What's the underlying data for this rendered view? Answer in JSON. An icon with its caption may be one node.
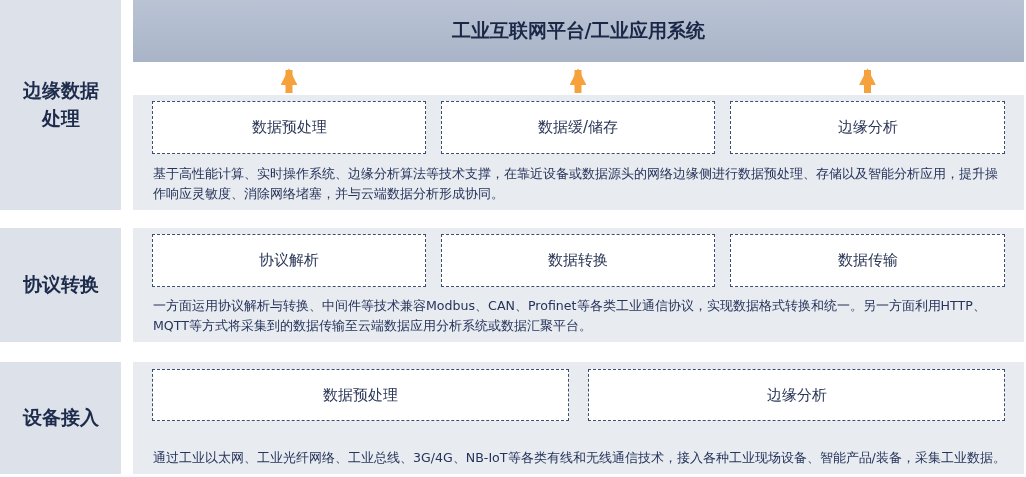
{
  "diagram": {
    "nodes": [
      {
        "text": [
          "工业互联网平台/工业应用系统"
        ]
      },
      {
        "text": [
          "边缘数据处理"
        ]
      },
      {
        "text": [
          "基于高性能计算、实时操作系统、边缘分析算法等技术支撑，在靠近设备或数据源头的网络边缘侧进行数据预处理、存储以及智能分析应用，提升操作响应灵敏度、消除网络堵塞，并与云端数据分析形成协同。"
        ]
      },
      {
        "text": [
          "数据预处理"
        ],
        "in": 2
      },
      {
        "text": [
          "数据缓/储存"
        ],
        "in": 2
      },
      {
        "text": [
          "边缘分析"
        ],
        "in": 2
      },
      {
        "text": [
          "协议转换"
        ]
      },
      {
        "text": [
          "一方面运用协议解析与转换、中间件等技术兼容Modbus、CAN、Profinet等各类工业通信协议，实现数据格式转换和统一。另一方面利用HTTP、MQTT等方式将采集到的数据传输至云端数据应用分析系统或数据汇聚平台。"
        ]
      },
      {
        "text": [
          "协议解析"
        ],
        "in": 7
      },
      {
        "text": [
          "数据转换"
        ],
        "in": 7
      },
      {
        "text": [
          "数据传输"
        ],
        "in": 7
      },
      {
        "text": [
          "设备接入"
        ]
      },
      {
        "text": [
          "通过工业以太网、工业光纤网络、工业总线、3G/4G、NB-IoT等各类有线和无线通信技术，接入各种工业现场设备、智能产品/装备，采集工业数据。"
        ]
      },
      {
        "text": [
          "数据预处理"
        ],
        "in": 12
      },
      {
        "text": [
          "边缘分析"
        ],
        "in": 12
      }
    ],
    "edges": [
      {
        "from": 3,
        "to": 0,
        "arrow": "to"
      },
      {
        "from": 4,
        "to": 0,
        "arrow": "to"
      },
      {
        "from": 5,
        "to": 0,
        "arrow": "to"
      }
    ]
  }
}
